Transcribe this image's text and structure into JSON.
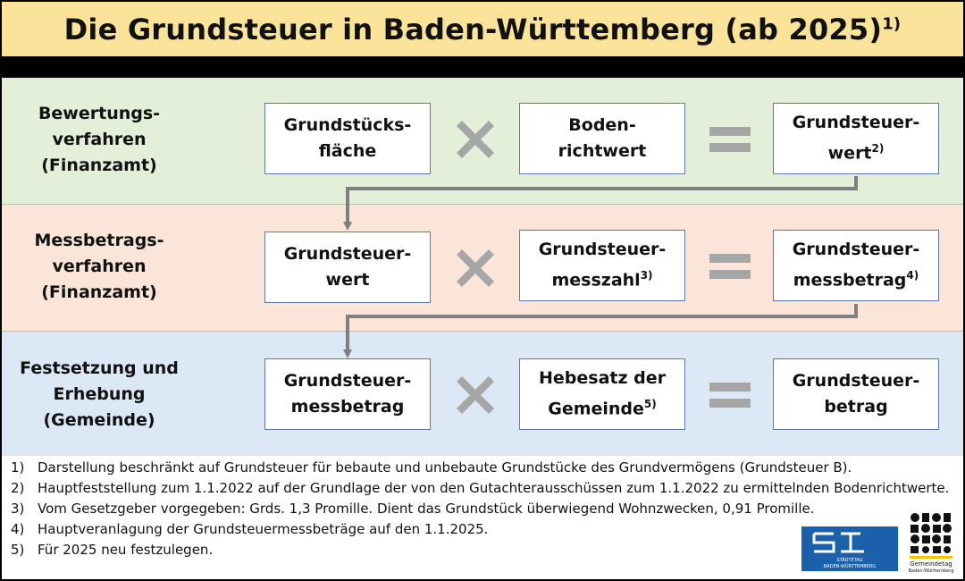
{
  "title": {
    "text": "Die Grundsteuer in Baden-Württemberg (ab 2025)",
    "sup": "1)"
  },
  "stages": [
    {
      "label": [
        "Bewertungs-",
        "verfahren",
        "(Finanzamt)"
      ],
      "a": {
        "lines": [
          "Grundstücks-",
          "fläche"
        ],
        "sup": ""
      },
      "b": {
        "lines": [
          "Boden-",
          "richtwert"
        ],
        "sup": ""
      },
      "result": {
        "lines": [
          "Grundsteuer-",
          "wert"
        ],
        "sup": "2)"
      }
    },
    {
      "label": [
        "Messbetrags-",
        "verfahren",
        "(Finanzamt)"
      ],
      "a": {
        "lines": [
          "Grundsteuer-",
          "wert"
        ],
        "sup": ""
      },
      "b": {
        "lines": [
          "Grundsteuer-",
          "messzahl"
        ],
        "sup": "3)"
      },
      "result": {
        "lines": [
          "Grundsteuer-",
          "messbetrag"
        ],
        "sup": "4)"
      }
    },
    {
      "label": [
        "Festsetzung und",
        "Erhebung",
        "(Gemeinde)"
      ],
      "a": {
        "lines": [
          "Grundsteuer-",
          "messbetrag"
        ],
        "sup": ""
      },
      "b": {
        "lines": [
          "Hebesatz der",
          "Gemeinde"
        ],
        "sup": "5)"
      },
      "result": {
        "lines": [
          "Grundsteuer-",
          "betrag"
        ],
        "sup": ""
      }
    }
  ],
  "footnotes": [
    {
      "num": "1)",
      "text": "Darstellung beschränkt auf Grundsteuer für bebaute und unbebaute Grundstücke des Grundvermögens (Grundsteuer B)."
    },
    {
      "num": "2)",
      "text": "Hauptfeststellung zum 1.1.2022 auf der Grundlage der von den Gutachterausschüssen zum 1.1.2022 zu ermittelnden Bodenrichtwerte."
    },
    {
      "num": "3)",
      "text": "Vom Gesetzgeber vorgegeben: Grds. 1,3 Promille. Dient das Grundstück überwiegend Wohnzwecken, 0,91 Promille."
    },
    {
      "num": "4)",
      "text": "Hauptveranlagung der Grundsteuermessbeträge auf den 1.1.2025."
    },
    {
      "num": "5)",
      "text": "Für 2025 neu festzulegen."
    }
  ],
  "logos": {
    "staedtetag": {
      "line1": "STÄDTETAG",
      "line2": "BADEN-WÜRTTEMBERG"
    },
    "gemeindetag": {
      "line1": "Gemeindetag",
      "line2": "Baden-Württemberg"
    }
  },
  "colors": {
    "title_bg": "#fbe39a",
    "band_1": "#e3efd9",
    "band_2": "#fae5d8",
    "band_3": "#dde8f6",
    "box_border": "#5f77a5",
    "operator": "#a6a6a6",
    "arrow": "#7f7f7f",
    "staedtetag_blue": "#1a60aa",
    "gemeindetag_yellow": "#f5c400"
  }
}
